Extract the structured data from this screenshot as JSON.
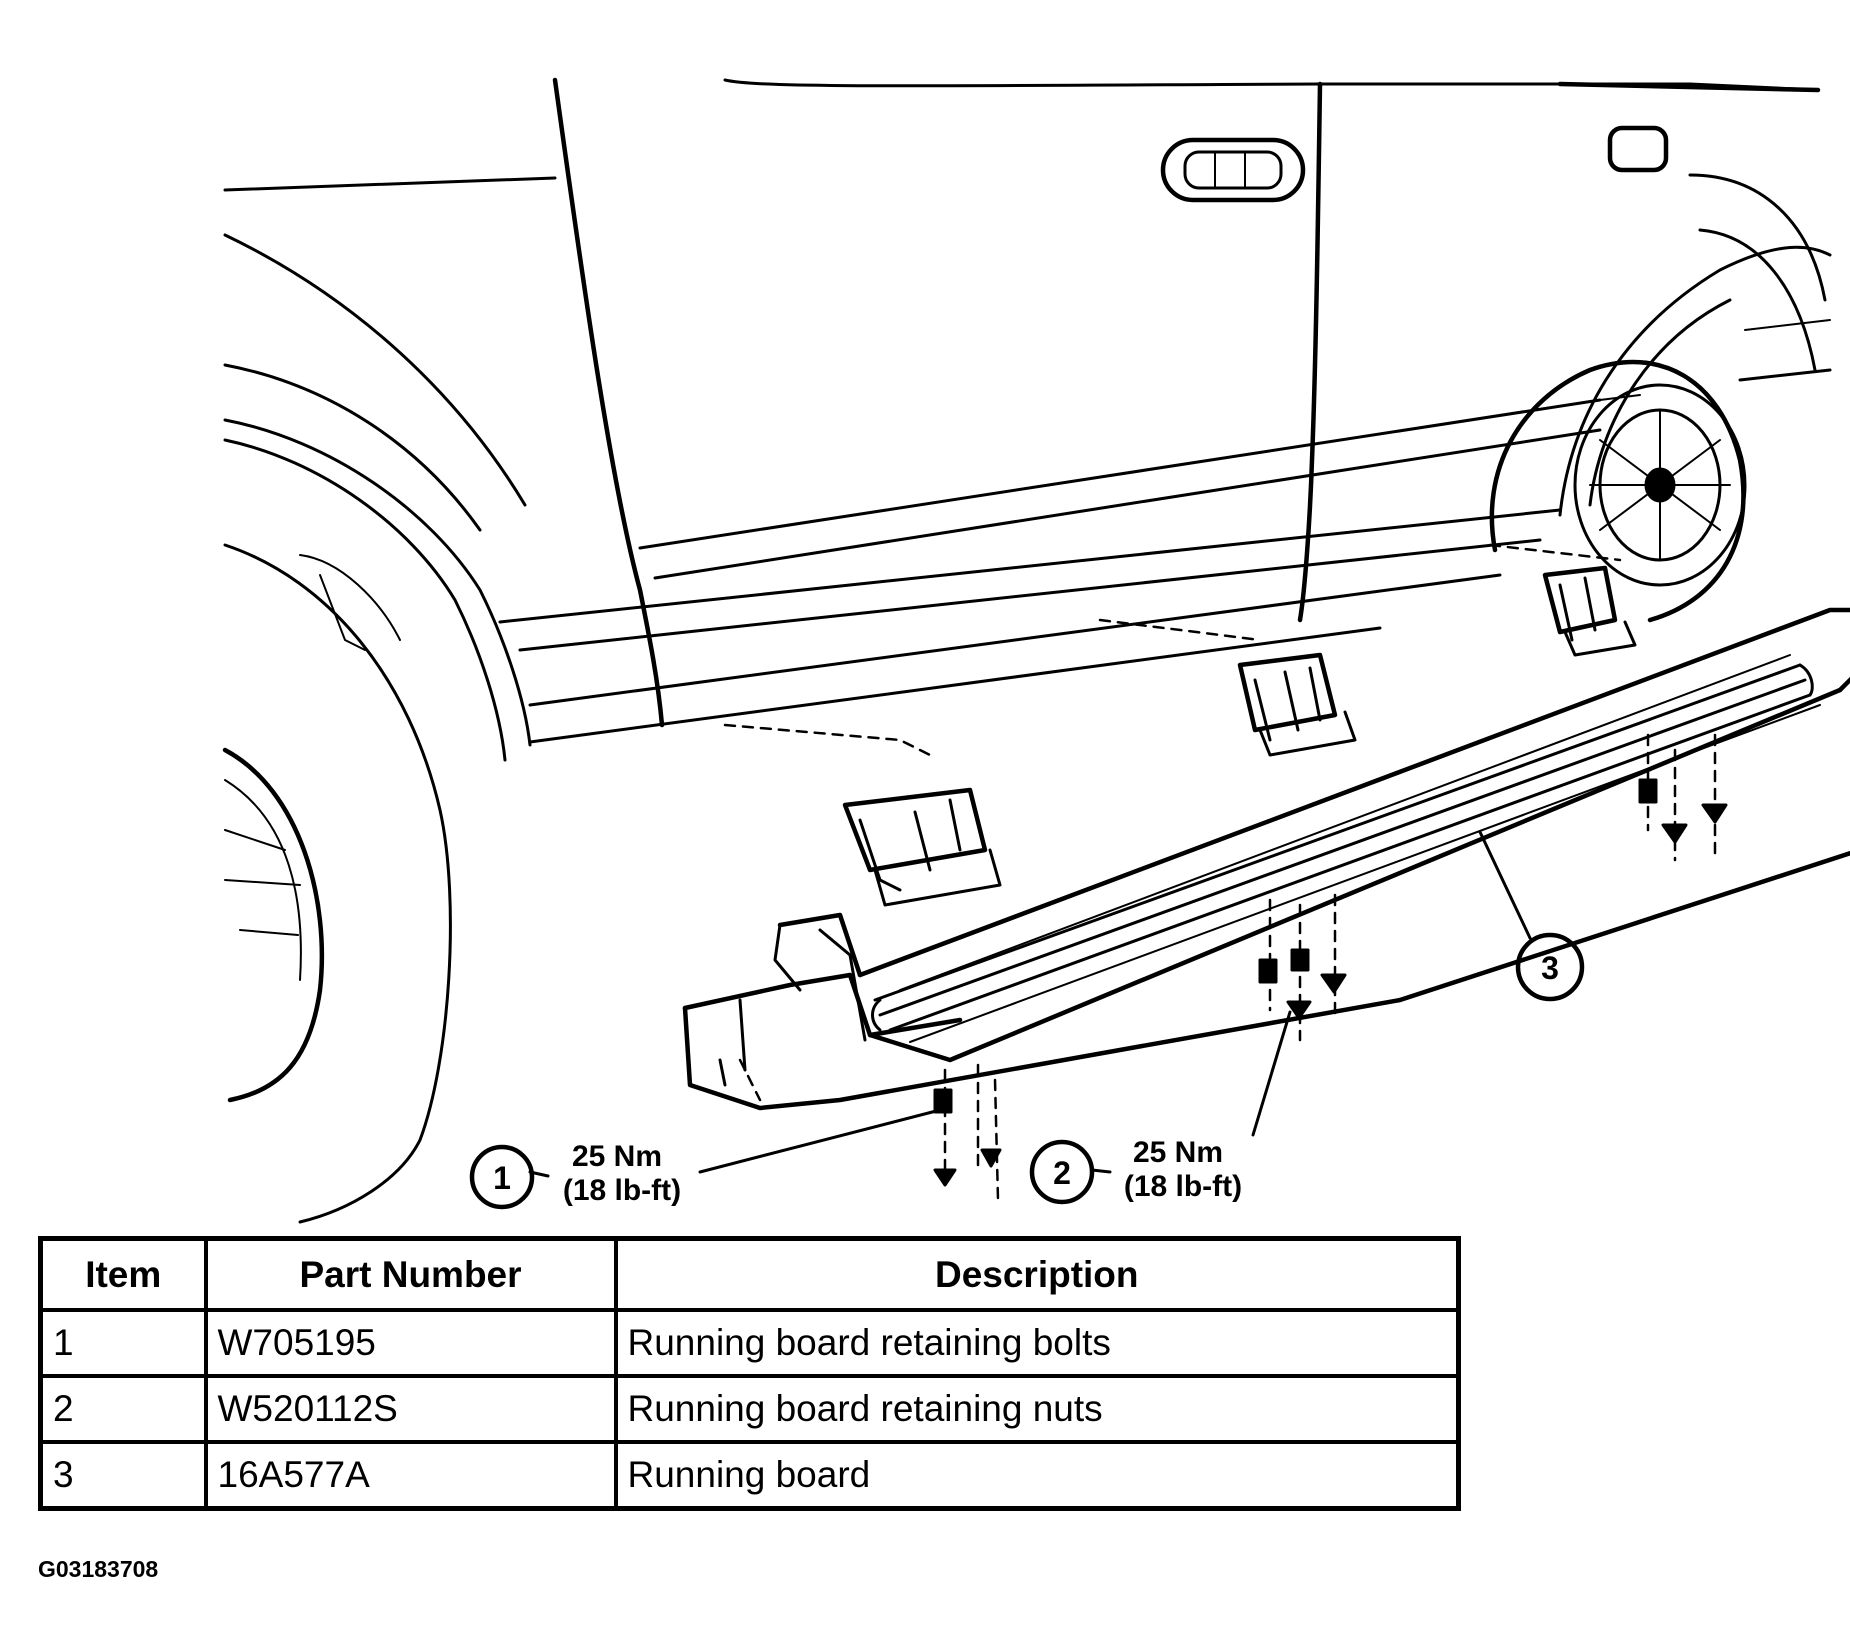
{
  "callouts": [
    {
      "number": "1",
      "torque_nm": "25 Nm",
      "torque_lbft": "(18 lb-ft)"
    },
    {
      "number": "2",
      "torque_nm": "25 Nm",
      "torque_lbft": "(18 lb-ft)"
    },
    {
      "number": "3"
    }
  ],
  "table": {
    "headers": [
      "Item",
      "Part Number",
      "Description"
    ],
    "rows": [
      {
        "item": "1",
        "part_number": "W705195",
        "description": "Running board retaining bolts"
      },
      {
        "item": "2",
        "part_number": "W520112S",
        "description": "Running board retaining nuts"
      },
      {
        "item": "3",
        "part_number": "16A577A",
        "description": "Running board"
      }
    ]
  },
  "figure_id": "G03183708"
}
